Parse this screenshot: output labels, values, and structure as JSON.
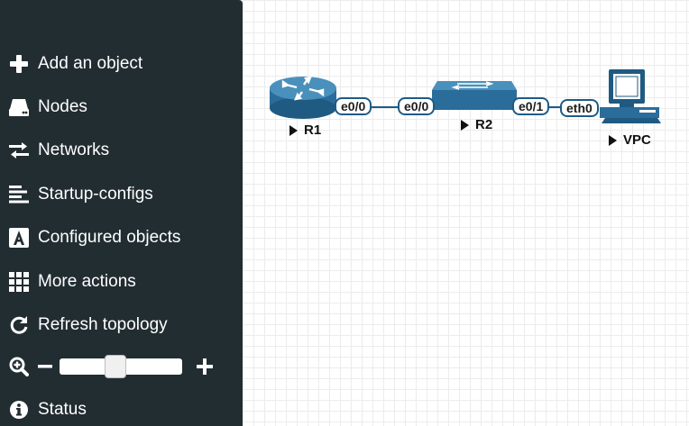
{
  "sidebar": {
    "items": [
      {
        "label": "Add an object",
        "icon": "plus-icon"
      },
      {
        "label": "Nodes",
        "icon": "hard-drive-icon"
      },
      {
        "label": "Networks",
        "icon": "exchange-arrows-icon"
      },
      {
        "label": "Startup-configs",
        "icon": "align-left-icon"
      },
      {
        "label": "Configured objects",
        "icon": "font-a-icon"
      },
      {
        "label": "More actions",
        "icon": "grid-icon"
      },
      {
        "label": "Refresh topology",
        "icon": "refresh-icon"
      }
    ],
    "zoom": {
      "minus_label": "−",
      "plus_label": "+",
      "level": 0.45
    },
    "status": {
      "label": "Status",
      "icon": "info-circle-icon"
    }
  },
  "topology": {
    "nodes": [
      {
        "name": "R1",
        "type": "router"
      },
      {
        "name": "R2",
        "type": "switch"
      },
      {
        "name": "VPC",
        "type": "pc"
      }
    ],
    "interfaces": [
      "e0/0",
      "e0/0",
      "e0/1",
      "eth0"
    ],
    "colors": {
      "node_fill": "#2a6d9b",
      "link": "#1d5b86",
      "sidebar_bg": "#222d32"
    }
  }
}
